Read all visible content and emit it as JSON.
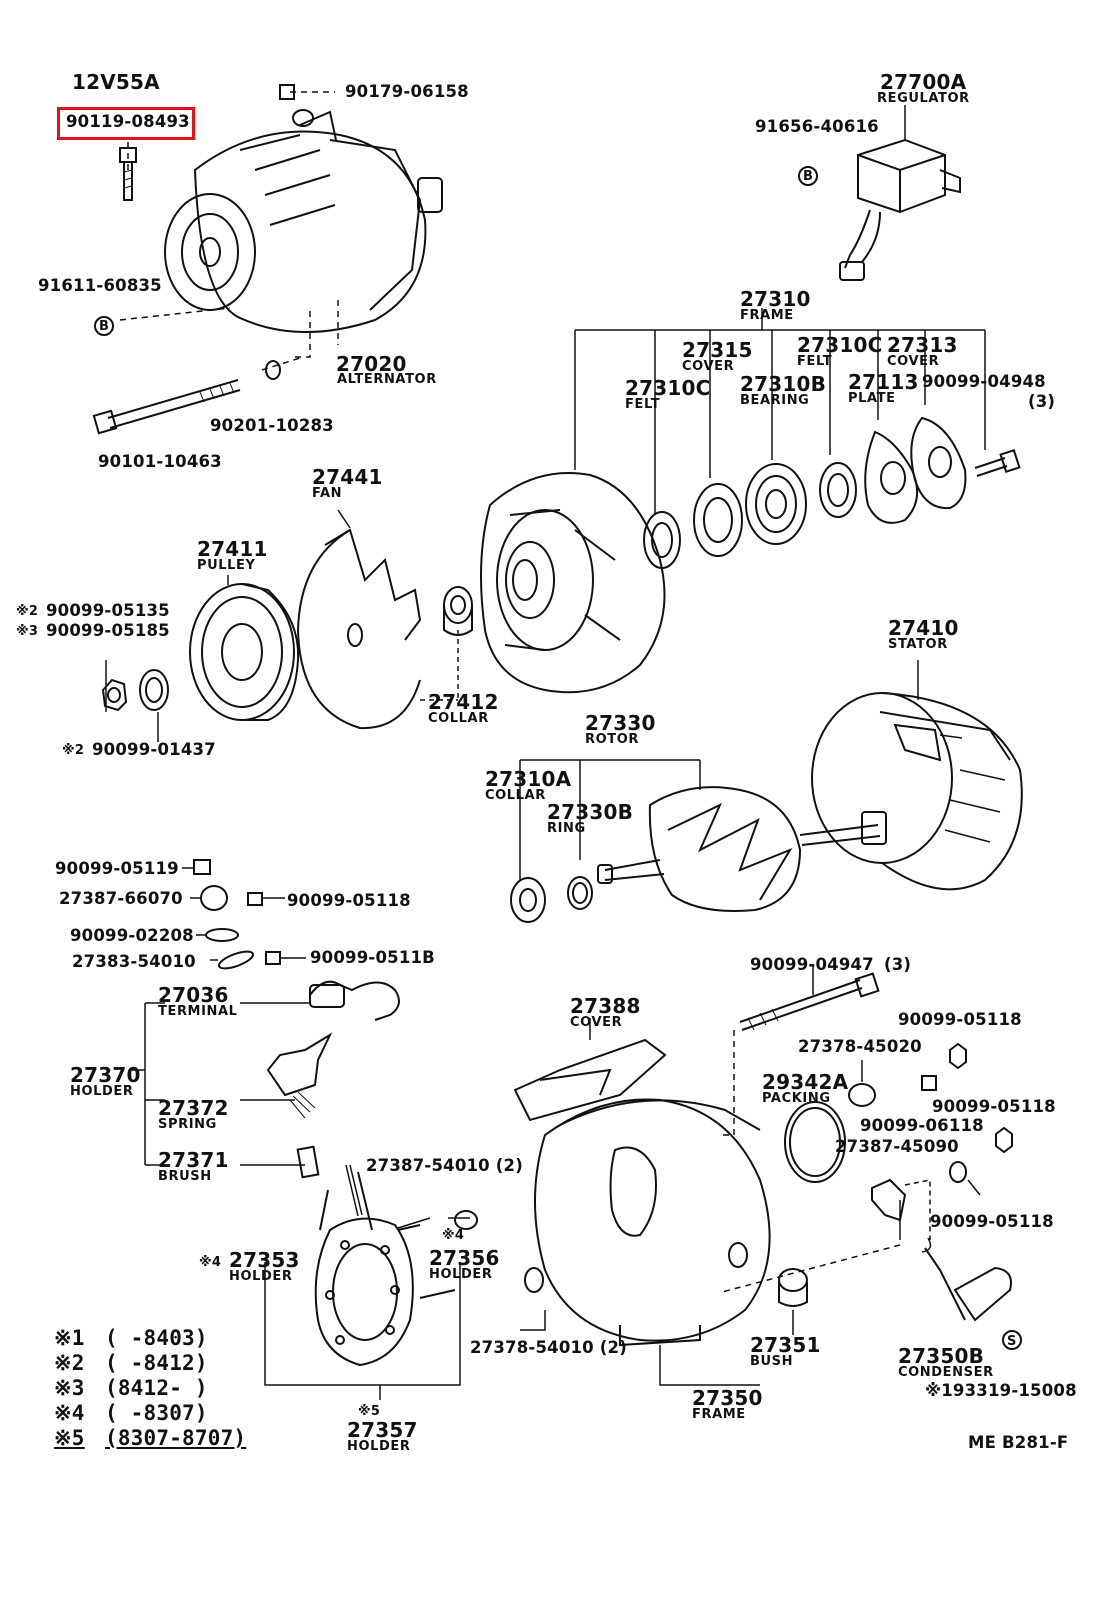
{
  "diagram": {
    "model": "12V55A",
    "highlighted_part": "90119-08493",
    "diagram_code": "ME B281-F",
    "callouts": {
      "p90179": "90179-06158",
      "p27700A": "27700A",
      "c_regulator": "REGULATOR",
      "p91656": "91656-40616",
      "p91611": "91611-60835",
      "p27020": "27020",
      "c_alternator": "ALTERNATOR",
      "p90201": "90201-10283",
      "p90101": "90101-10463",
      "p27310": "27310",
      "c_frame1": "FRAME",
      "p27315": "27315",
      "c_cover1": "COVER",
      "p27310C_a": "27310C",
      "c_felt1": "FELT",
      "p27313": "27313",
      "c_cover2": "COVER",
      "p27310C_b": "27310C",
      "c_felt2": "FELT",
      "p27310B": "27310B",
      "c_bearing": "BEARING",
      "p27113": "27113",
      "c_plate": "PLATE",
      "p90099_04948": "90099-04948",
      "q_04948": "(3)",
      "p27441": "27441",
      "c_fan": "FAN",
      "p27411": "27411",
      "c_pulley": "PULLEY",
      "p90099_05135": "90099-05135",
      "s_05135": "※2",
      "p90099_05185": "90099-05185",
      "s_05185": "※3",
      "p90099_01437": "90099-01437",
      "s_01437": "※2",
      "p27412": "27412",
      "c_collar1": "COLLAR",
      "p27410": "27410",
      "c_stator": "STATOR",
      "p27330": "27330",
      "c_rotor": "ROTOR",
      "p27310A": "27310A",
      "c_collar2": "COLLAR",
      "p27330B": "27330B",
      "c_ring": "RING",
      "p90099_05119": "90099-05119",
      "p27387_66070": "27387-66070",
      "p90099_05118_a": "90099-05118",
      "p90099_02208": "90099-02208",
      "p27383_54010": "27383-54010",
      "p90099_0511B": "90099-0511B",
      "p90099_04947": "90099-04947",
      "q_04947": "(3)",
      "p27036": "27036",
      "c_terminal": "TERMINAL",
      "p27388": "27388",
      "c_cover3": "COVER",
      "p90099_05118_b": "90099-05118",
      "p27378_45020": "27378-45020",
      "p29342A": "29342A",
      "c_packing": "PACKING",
      "p90099_05118_c": "90099-05118",
      "p90099_06118": "90099-06118",
      "p27387_45090": "27387-45090",
      "p27370": "27370",
      "c_holder1": "HOLDER",
      "p27372": "27372",
      "c_spring": "SPRING",
      "p27371": "27371",
      "c_brush": "BRUSH",
      "p27387_54010": "27387-54010 (2)",
      "s_x4a": "※4",
      "p90099_05118_d": "90099-05118",
      "p27353": "27353",
      "s_x4b": "※4",
      "c_holder2": "HOLDER",
      "p27356": "27356",
      "c_holder3": "HOLDER",
      "p27378_54010": "27378-54010 (2)",
      "p27351": "27351",
      "c_bush": "BUSH",
      "p27350B": "27350B",
      "c_condenser": "CONDENSER",
      "p193319": "※193319-15008",
      "p27357": "27357",
      "s_x5": "※5",
      "c_holder4": "HOLDER",
      "p27350": "27350",
      "c_frame2": "FRAME",
      "b_marker1": "B",
      "b_marker2": "B",
      "s_marker": "S"
    },
    "legend": [
      {
        "mark": "※1",
        "range": "(      -8403)"
      },
      {
        "mark": "※2",
        "range": "(      -8412)"
      },
      {
        "mark": "※3",
        "range": "(8412-      )"
      },
      {
        "mark": "※4",
        "range": "(      -8307)"
      },
      {
        "mark": "※5",
        "range": "(8307-8707)"
      }
    ]
  }
}
